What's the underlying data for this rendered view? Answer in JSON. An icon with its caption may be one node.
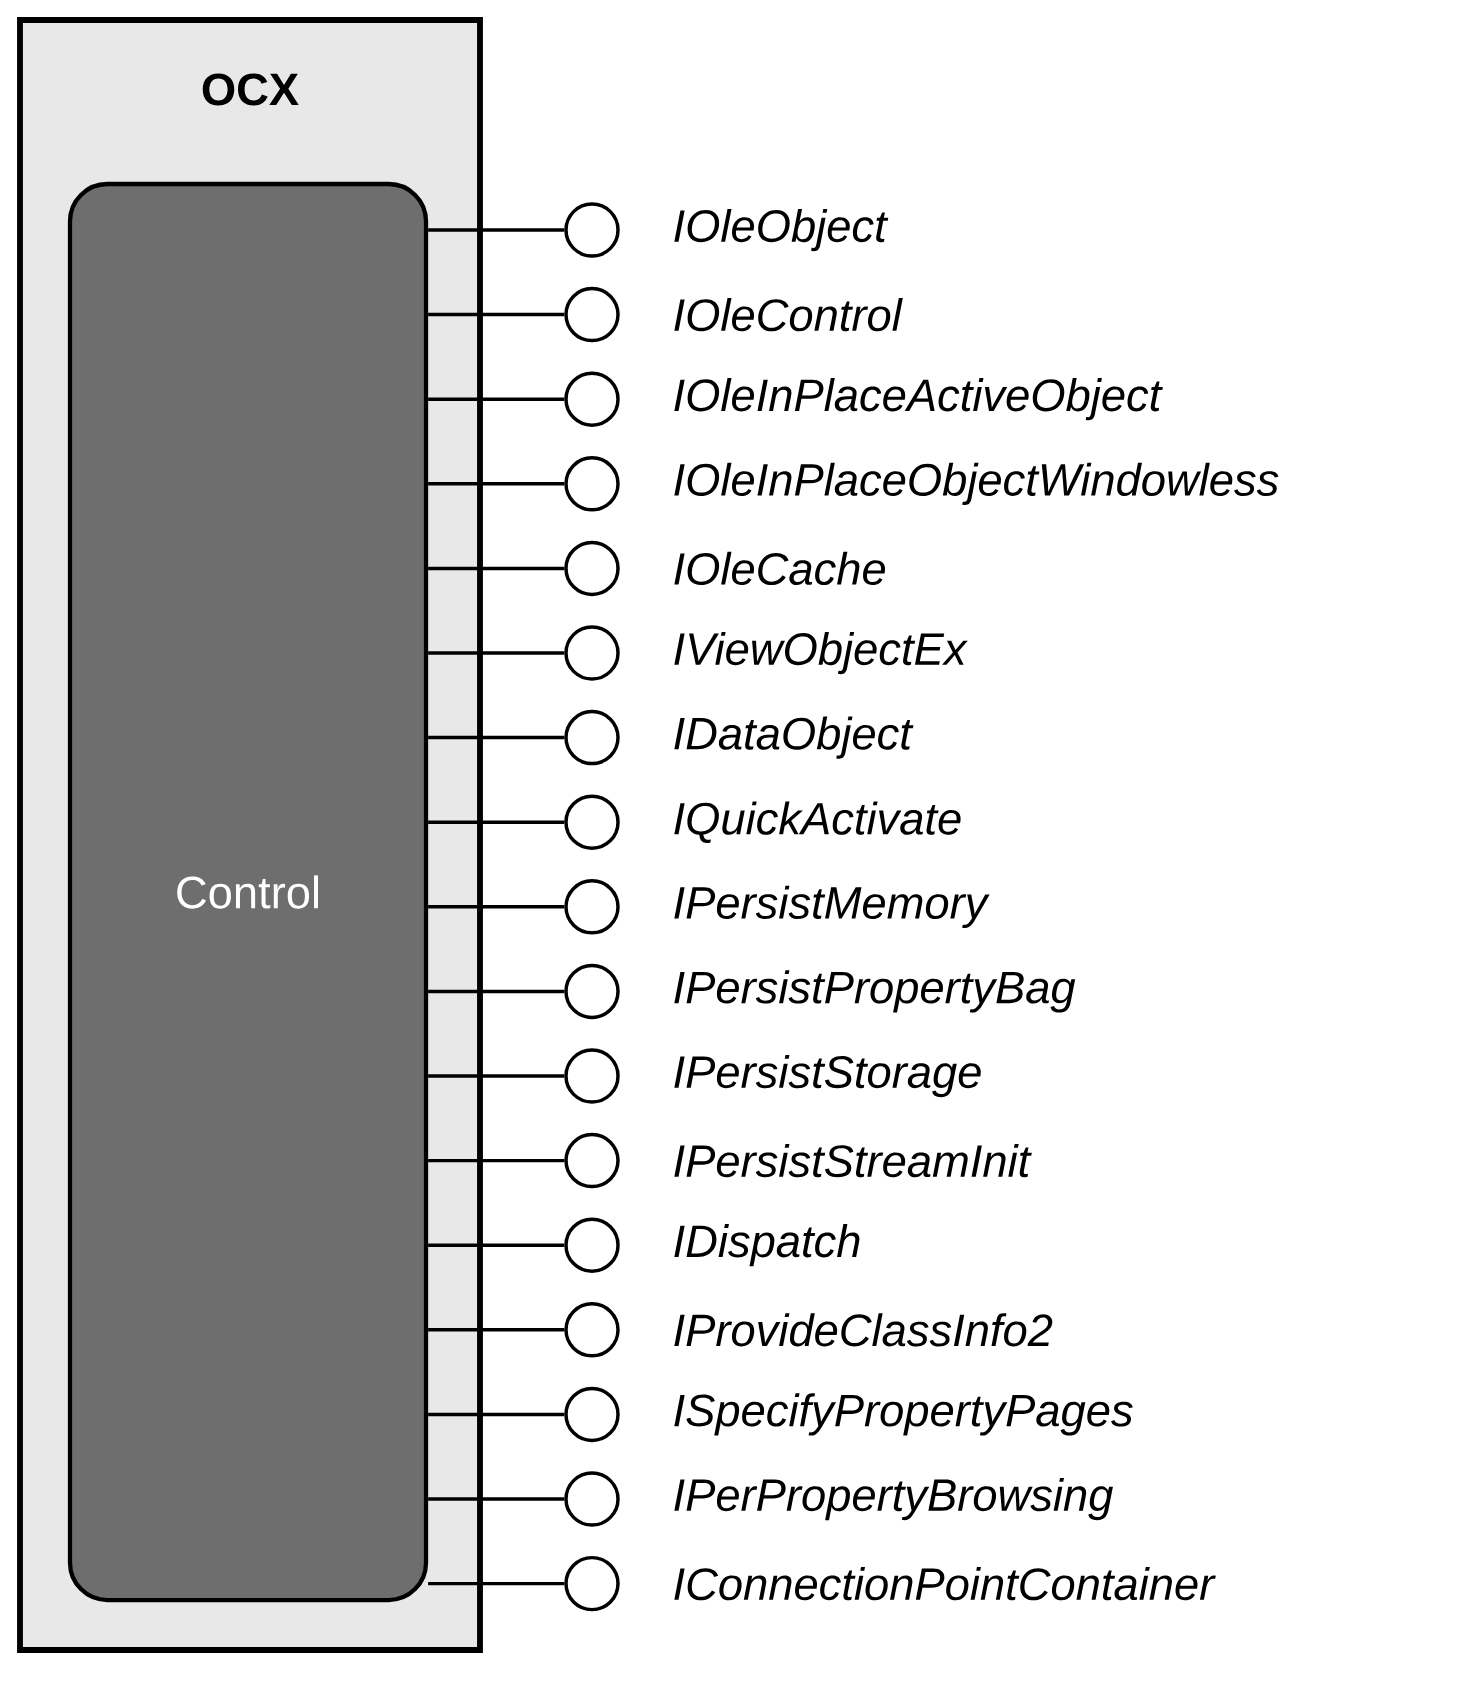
{
  "diagram": {
    "nodes": [
      {
        "text": [
          "OCX"
        ]
      },
      {
        "text": [
          "Control"
        ],
        "in": 0
      },
      {
        "text": [],
        "shape": "circle",
        "beside": [
          "IOleObject"
        ]
      },
      {
        "text": [],
        "shape": "circle",
        "beside": [
          "IOleControl"
        ]
      },
      {
        "text": [],
        "shape": "circle",
        "beside": [
          "IOleInPlaceActiveObject"
        ]
      },
      {
        "text": [],
        "shape": "circle",
        "beside": [
          "IOleInPlaceObjectWindowless"
        ]
      },
      {
        "text": [],
        "shape": "circle",
        "beside": [
          "IOleCache"
        ]
      },
      {
        "text": [],
        "shape": "circle",
        "beside": [
          "IViewObjectEx"
        ]
      },
      {
        "text": [],
        "shape": "circle",
        "beside": [
          "IDataObject"
        ]
      },
      {
        "text": [],
        "shape": "circle",
        "beside": [
          "IQuickActivate"
        ]
      },
      {
        "text": [],
        "shape": "circle",
        "beside": [
          "IPersistMemory"
        ]
      },
      {
        "text": [],
        "shape": "circle",
        "beside": [
          "IPersistPropertyBag"
        ]
      },
      {
        "text": [],
        "shape": "circle",
        "beside": [
          "IPersistStorage"
        ]
      },
      {
        "text": [],
        "shape": "circle",
        "beside": [
          "IPersistStreamInit"
        ]
      },
      {
        "text": [],
        "shape": "circle",
        "beside": [
          "IDispatch"
        ]
      },
      {
        "text": [],
        "shape": "circle",
        "beside": [
          "IProvideClassInfo2"
        ]
      },
      {
        "text": [],
        "shape": "circle",
        "beside": [
          "ISpecifyPropertyPages"
        ]
      },
      {
        "text": [],
        "shape": "circle",
        "beside": [
          "IPerPropertyBrowsing"
        ]
      },
      {
        "text": [],
        "shape": "circle",
        "beside": [
          "IConnectionPointContainer"
        ]
      }
    ],
    "edges": [
      {
        "from": 1,
        "to": 2,
        "arrow": "none"
      },
      {
        "from": 1,
        "to": 3,
        "arrow": "none"
      },
      {
        "from": 1,
        "to": 4,
        "arrow": "none"
      },
      {
        "from": 1,
        "to": 5,
        "arrow": "none"
      },
      {
        "from": 1,
        "to": 6,
        "arrow": "none"
      },
      {
        "from": 1,
        "to": 7,
        "arrow": "none"
      },
      {
        "from": 1,
        "to": 8,
        "arrow": "none"
      },
      {
        "from": 1,
        "to": 9,
        "arrow": "none"
      },
      {
        "from": 1,
        "to": 10,
        "arrow": "none"
      },
      {
        "from": 1,
        "to": 11,
        "arrow": "none"
      },
      {
        "from": 1,
        "to": 12,
        "arrow": "none"
      },
      {
        "from": 1,
        "to": 13,
        "arrow": "none"
      },
      {
        "from": 1,
        "to": 14,
        "arrow": "none"
      },
      {
        "from": 1,
        "to": 15,
        "arrow": "none"
      },
      {
        "from": 1,
        "to": 16,
        "arrow": "none"
      },
      {
        "from": 1,
        "to": 17,
        "arrow": "none"
      },
      {
        "from": 1,
        "to": 18,
        "arrow": "none"
      }
    ]
  }
}
